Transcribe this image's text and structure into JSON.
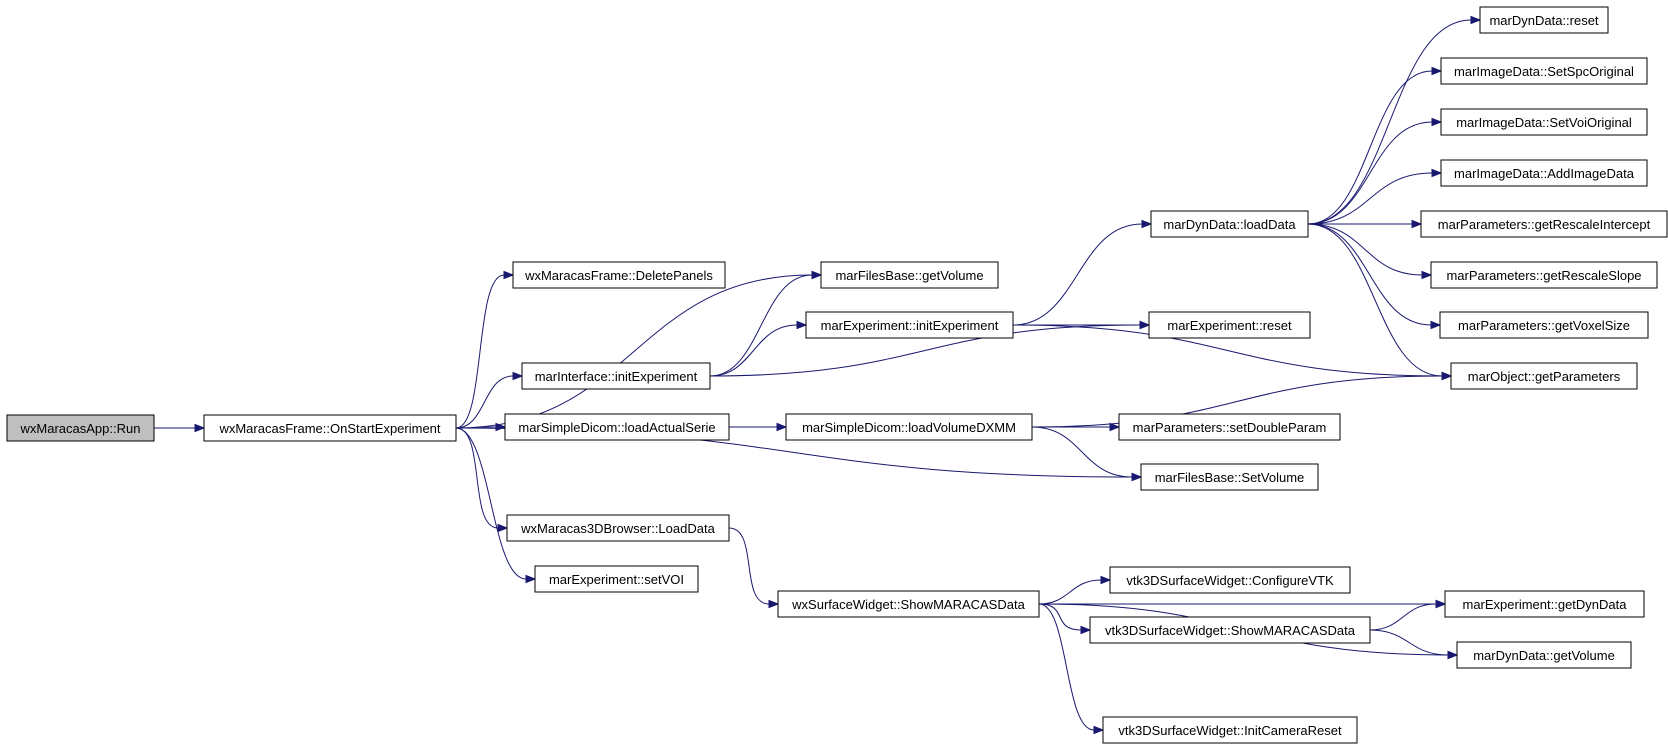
{
  "colors": {
    "edge": "#191970",
    "node_border": "#000000",
    "node_fill": "#ffffff",
    "root_fill": "#bfbfbf"
  },
  "nodes": [
    {
      "id": "n0",
      "label": "wxMaracasApp::Run",
      "root": true
    },
    {
      "id": "n1",
      "label": "wxMaracasFrame::OnStartExperiment"
    },
    {
      "id": "n2",
      "label": "wxMaracasFrame::DeletePanels"
    },
    {
      "id": "n3",
      "label": "marInterface::initExperiment"
    },
    {
      "id": "n4",
      "label": "marSimpleDicom::loadActualSerie"
    },
    {
      "id": "n5",
      "label": "wxMaracas3DBrowser::LoadData"
    },
    {
      "id": "n6",
      "label": "marExperiment::setVOI"
    },
    {
      "id": "n7",
      "label": "marFilesBase::getVolume"
    },
    {
      "id": "n8",
      "label": "marExperiment::initExperiment"
    },
    {
      "id": "n9",
      "label": "marSimpleDicom::loadVolumeDXMM"
    },
    {
      "id": "n10",
      "label": "wxSurfaceWidget::ShowMARACASData"
    },
    {
      "id": "n11",
      "label": "marDynData::loadData"
    },
    {
      "id": "n12",
      "label": "marExperiment::reset"
    },
    {
      "id": "n13",
      "label": "marParameters::setDoubleParam"
    },
    {
      "id": "n14",
      "label": "marFilesBase::SetVolume"
    },
    {
      "id": "n15",
      "label": "vtk3DSurfaceWidget::ConfigureVTK"
    },
    {
      "id": "n16",
      "label": "vtk3DSurfaceWidget::ShowMARACASData"
    },
    {
      "id": "n17",
      "label": "vtk3DSurfaceWidget::InitCameraReset"
    },
    {
      "id": "n18",
      "label": "marDynData::reset"
    },
    {
      "id": "n19",
      "label": "marImageData::SetSpcOriginal"
    },
    {
      "id": "n20",
      "label": "marImageData::SetVoiOriginal"
    },
    {
      "id": "n21",
      "label": "marImageData::AddImageData"
    },
    {
      "id": "n22",
      "label": "marParameters::getRescaleIntercept"
    },
    {
      "id": "n23",
      "label": "marParameters::getRescaleSlope"
    },
    {
      "id": "n24",
      "label": "marParameters::getVoxelSize"
    },
    {
      "id": "n25",
      "label": "marObject::getParameters"
    },
    {
      "id": "n26",
      "label": "marExperiment::getDynData"
    },
    {
      "id": "n27",
      "label": "marDynData::getVolume"
    }
  ],
  "edges": [
    [
      "n0",
      "n1"
    ],
    [
      "n1",
      "n2"
    ],
    [
      "n1",
      "n3"
    ],
    [
      "n1",
      "n4"
    ],
    [
      "n1",
      "n5"
    ],
    [
      "n1",
      "n6"
    ],
    [
      "n1",
      "n7"
    ],
    [
      "n1",
      "n14"
    ],
    [
      "n3",
      "n7"
    ],
    [
      "n3",
      "n8"
    ],
    [
      "n3",
      "n12"
    ],
    [
      "n8",
      "n11"
    ],
    [
      "n8",
      "n12"
    ],
    [
      "n8",
      "n25"
    ],
    [
      "n4",
      "n9"
    ],
    [
      "n9",
      "n25"
    ],
    [
      "n9",
      "n13"
    ],
    [
      "n9",
      "n14"
    ],
    [
      "n5",
      "n10"
    ],
    [
      "n10",
      "n26"
    ],
    [
      "n10",
      "n15"
    ],
    [
      "n10",
      "n16"
    ],
    [
      "n10",
      "n27"
    ],
    [
      "n10",
      "n17"
    ],
    [
      "n16",
      "n26"
    ],
    [
      "n16",
      "n27"
    ],
    [
      "n11",
      "n18"
    ],
    [
      "n11",
      "n19"
    ],
    [
      "n11",
      "n20"
    ],
    [
      "n11",
      "n21"
    ],
    [
      "n11",
      "n22"
    ],
    [
      "n11",
      "n23"
    ],
    [
      "n11",
      "n24"
    ],
    [
      "n11",
      "n25"
    ]
  ]
}
